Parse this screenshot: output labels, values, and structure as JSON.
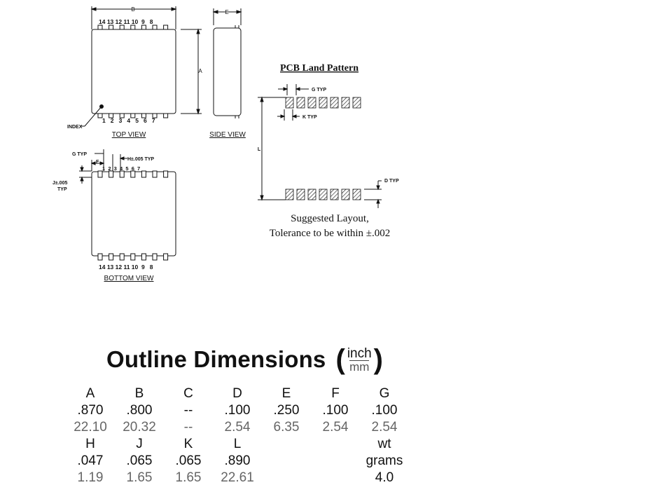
{
  "views": {
    "top_view": "TOP VIEW",
    "side_view": "SIDE VIEW",
    "bottom_view": "BOTTOM VIEW",
    "index_label": "INDEX",
    "label_a": "A",
    "label_b": "B",
    "label_e": "E",
    "top_pins_row": "14 13 12 11 10  9   8",
    "bottom_pins_row": "1   2   3   4   5   6   7",
    "bottom_view_top_pins": "1  2  3  4  5  6  7",
    "bottom_view_bottom_pins": "14 13 12 11 10  9   8",
    "g_typ": "G TYP",
    "f_label": "F",
    "h_label": "H±.005 TYP",
    "j_label": "J±.005",
    "j_typ": "TYP"
  },
  "pcb": {
    "title": "PCB Land Pattern",
    "g_typ": "G TYP",
    "k_typ": "K TYP",
    "l_label": "L",
    "d_typ": "D TYP",
    "note_line1": "Suggested Layout,",
    "note_line2": "Tolerance to be within ±.002"
  },
  "outline": {
    "title": "Outline Dimensions",
    "open_paren": "(",
    "close_paren": ")",
    "unit_inch": "inch",
    "unit_mm": "mm"
  },
  "dims_row1": {
    "headers": [
      "A",
      "B",
      "C",
      "D",
      "E",
      "F",
      "G"
    ],
    "inch": [
      ".870",
      ".800",
      "--",
      ".100",
      ".250",
      ".100",
      ".100"
    ],
    "mm": [
      "22.10",
      "20.32",
      "--",
      "2.54",
      "6.35",
      "2.54",
      "2.54"
    ]
  },
  "dims_row2": {
    "headers": [
      "H",
      "J",
      "K",
      "L",
      "",
      "",
      "wt"
    ],
    "inch": [
      ".047",
      ".065",
      ".065",
      ".890",
      "",
      "",
      "grams"
    ],
    "mm": [
      "1.19",
      "1.65",
      "1.65",
      "22.61",
      "",
      "",
      "4.0"
    ]
  }
}
